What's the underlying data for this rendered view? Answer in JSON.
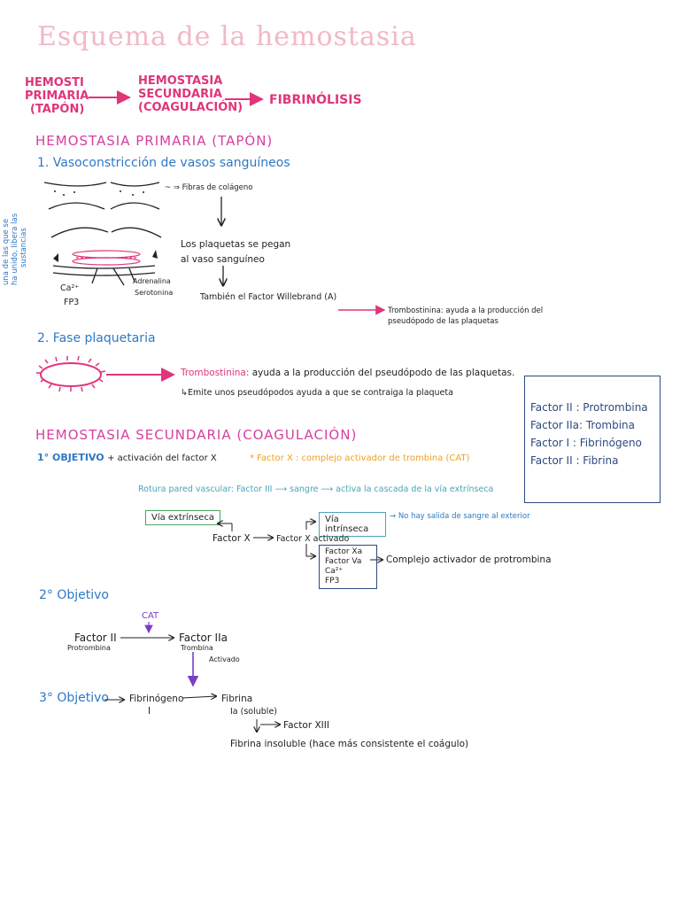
{
  "title": "Esquema de la hemostasia",
  "flow": {
    "step1": [
      "HEMOSTI",
      "PRIMARIA",
      "(TAPÓN)"
    ],
    "step2": [
      "HEMOSTASIA",
      "SECUNDARIA",
      "(COAGULACIÓN)"
    ],
    "step3": "FIBRINÓLISIS"
  },
  "primaria": {
    "heading": "HEMOSTASIA PRIMARIA (TAPÓN)",
    "step1_title": "1. Vasoconstricción de vasos sanguíneos",
    "fibras": "~ ⇒ Fibras de colágeno",
    "plaquetas": [
      "Los plaquetas se pegan",
      "al vaso sanguíneo"
    ],
    "willebrand": "También el Factor Willebrand (A)",
    "side_note": [
      "una de las que se",
      "ha unido, libera las",
      "sustancias"
    ],
    "ca": "Ca²⁺",
    "fp3": "FP3",
    "adrenalina": "Adrenalina",
    "serotonina": "Serotonina",
    "tromb_small": "Trombostinina: ayuda a la producción del",
    "tromb_small2": "pseudópodo de las plaquetas",
    "step2_title": "2. Fase plaquetaria",
    "tromb_big_term": "Trombostinina:",
    "tromb_big_rest": "ayuda a la producción del pseudópodo de las plaquetas.",
    "emite": "↳Emite unos pseudópodos ayuda a que se contraiga la plaqueta"
  },
  "factor_box": [
    "Factor II : Protrombina",
    "Factor IIa: Trombina",
    "Factor I : Fibrinógeno",
    "Factor II : Fibrina"
  ],
  "secundaria": {
    "heading": "HEMOSTASIA SECUNDARIA (COAGULACIÓN)",
    "obj1_label": "1° OBJETIVO",
    "obj1_text": "+ activación del factor X",
    "cat_note": "* Factor X : complejo activador de trombina (CAT)",
    "rotura": "Rotura pared vascular: Factor III ⟶ sangre ⟶ activa la cascada de la vía extrínseca",
    "via_ext": "Vía extrínseca",
    "via_int": "Vía intrínseca",
    "no_salida": "→ No hay salida de sangre al exterior",
    "factor_x": "Factor X",
    "factor_x_act": "Factor X activado",
    "complex": [
      "Factor Xa",
      "Factor Va",
      "Ca²⁺",
      "FP3"
    ],
    "complejo_text": "Complejo activador de protrombina",
    "obj2_label": "2° Objetivo",
    "cat": "CAT",
    "f2": "Factor II",
    "f2_sub": "Protrombina",
    "f2a": "Factor IIa",
    "f2a_sub": "Trombina",
    "activado": "Activado",
    "obj3_label": "3° Objetivo",
    "fibrinogeno": "Fibrinógeno",
    "fibrinogeno_sub": "I",
    "fibrina": "Fibrina",
    "fibrina_sub": "Ia (soluble)",
    "factor13": "Factor XIII",
    "insoluble": "Fibrina insoluble (hace más consistente el coágulo)"
  },
  "colors": {
    "title": "#f2b8c6",
    "pink": "#e0357a",
    "magenta": "#d63fa0",
    "blue": "#2f78c4",
    "navy": "#2e4a7e",
    "orange": "#f0a020",
    "teal": "#4aa4b8",
    "purple": "#7a3fc8"
  }
}
